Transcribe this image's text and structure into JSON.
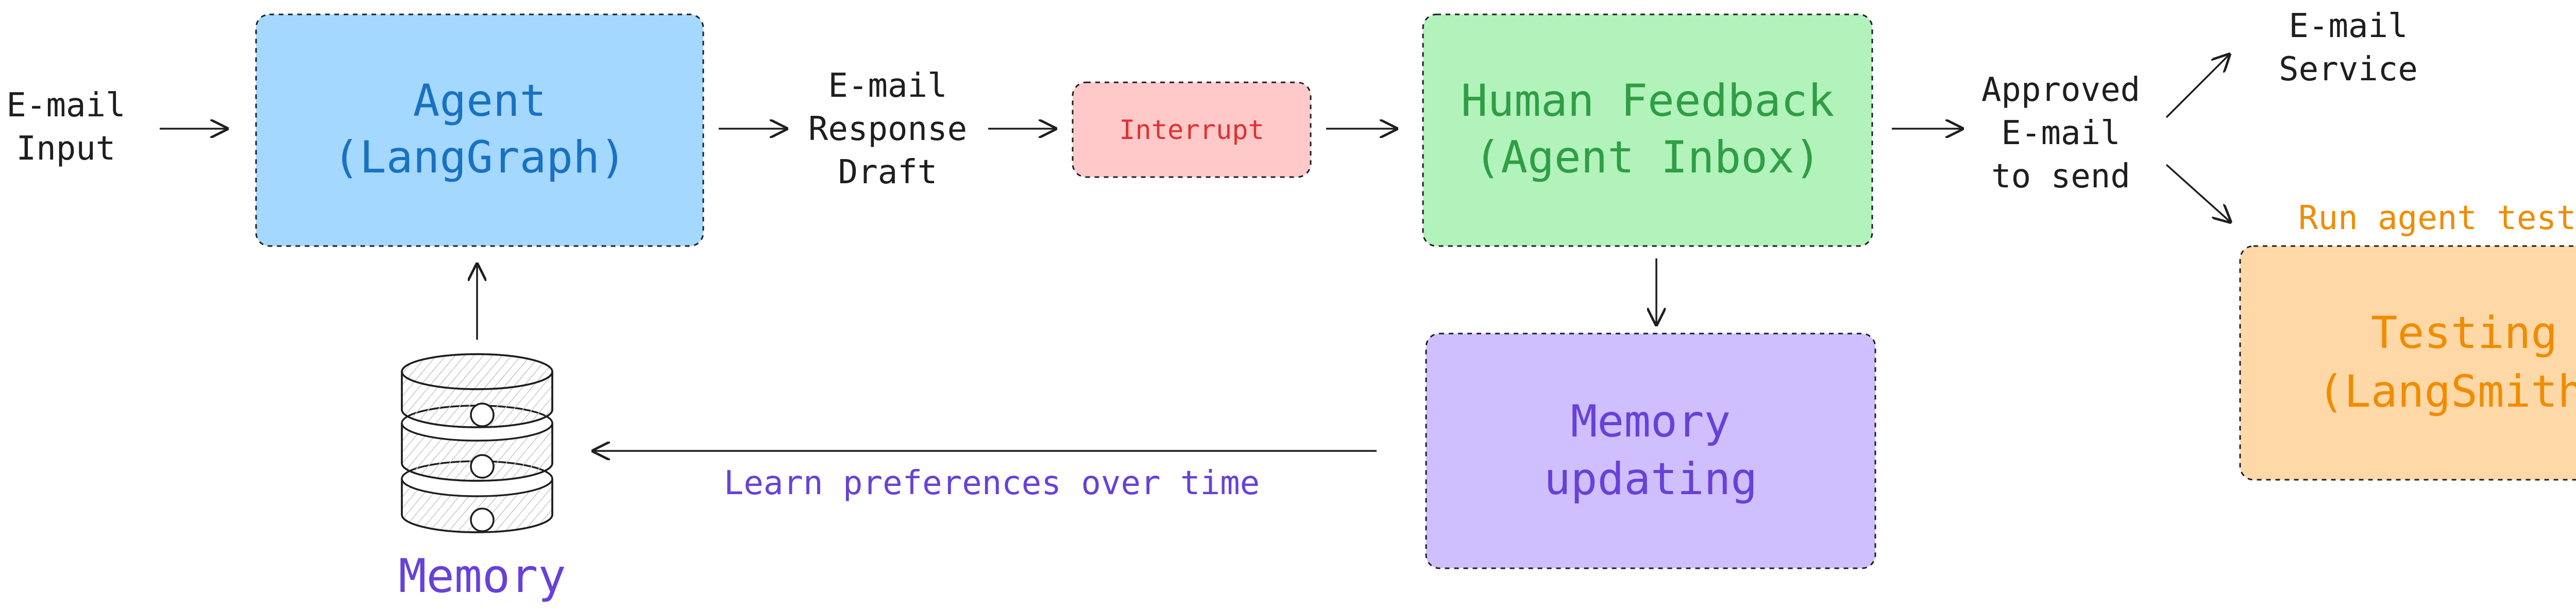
{
  "diagram": {
    "input": {
      "line1": "E-mail",
      "line2": "Input"
    },
    "agent": {
      "line1": "Agent",
      "line2": "(LangGraph)"
    },
    "draft": {
      "line1": "E-mail",
      "line2": "Response",
      "line3": "Draft"
    },
    "interrupt": {
      "label": "Interrupt"
    },
    "feedback": {
      "line1": "Human Feedback",
      "line2": "(Agent Inbox)"
    },
    "approved": {
      "line1": "Approved",
      "line2": "E-mail",
      "line3": "to send"
    },
    "service": {
      "line1": "E-mail",
      "line2": "Service"
    },
    "tests_label": "Run agent tests",
    "testing": {
      "line1": "Testing",
      "line2": "(LangSmith)"
    },
    "memory_updating": {
      "line1": "Memory",
      "line2": "updating"
    },
    "learn_label": "Learn preferences over time",
    "memory_store": {
      "label": "Memory"
    }
  },
  "colors": {
    "agent_fill": "#a5d8ff",
    "agent_text": "#1971c2",
    "interrupt_fill": "#ffc9c9",
    "interrupt_text": "#e03131",
    "feedback_fill": "#b2f2bb",
    "feedback_text": "#2f9e44",
    "memory_fill": "#d0bfff",
    "memory_text": "#6741d9",
    "testing_fill": "#ffd8a8",
    "testing_text": "#f08c00",
    "ink": "#1e1e1e"
  }
}
